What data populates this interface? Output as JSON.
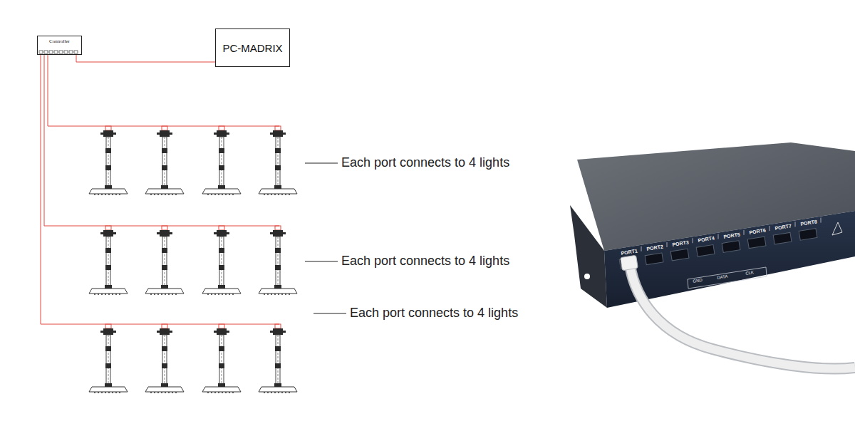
{
  "diagram": {
    "nodes": [
      {
        "text": [
          "Controller"
        ]
      },
      {
        "text": [
          "PC-MADRIX"
        ]
      }
    ],
    "edges": [
      {
        "from": 0,
        "to": 1,
        "arrow": "none"
      }
    ],
    "labels": [
      "Each port connects to 4 lights",
      "Each port connects to 4 lights",
      "Each port connects to 4 lights",
      "PORT1",
      "PORT2",
      "PORT3",
      "PORT4",
      "PORT5",
      "PORT6",
      "PORT7",
      "PORT8",
      "GND",
      "DATA",
      "CLK"
    ]
  }
}
